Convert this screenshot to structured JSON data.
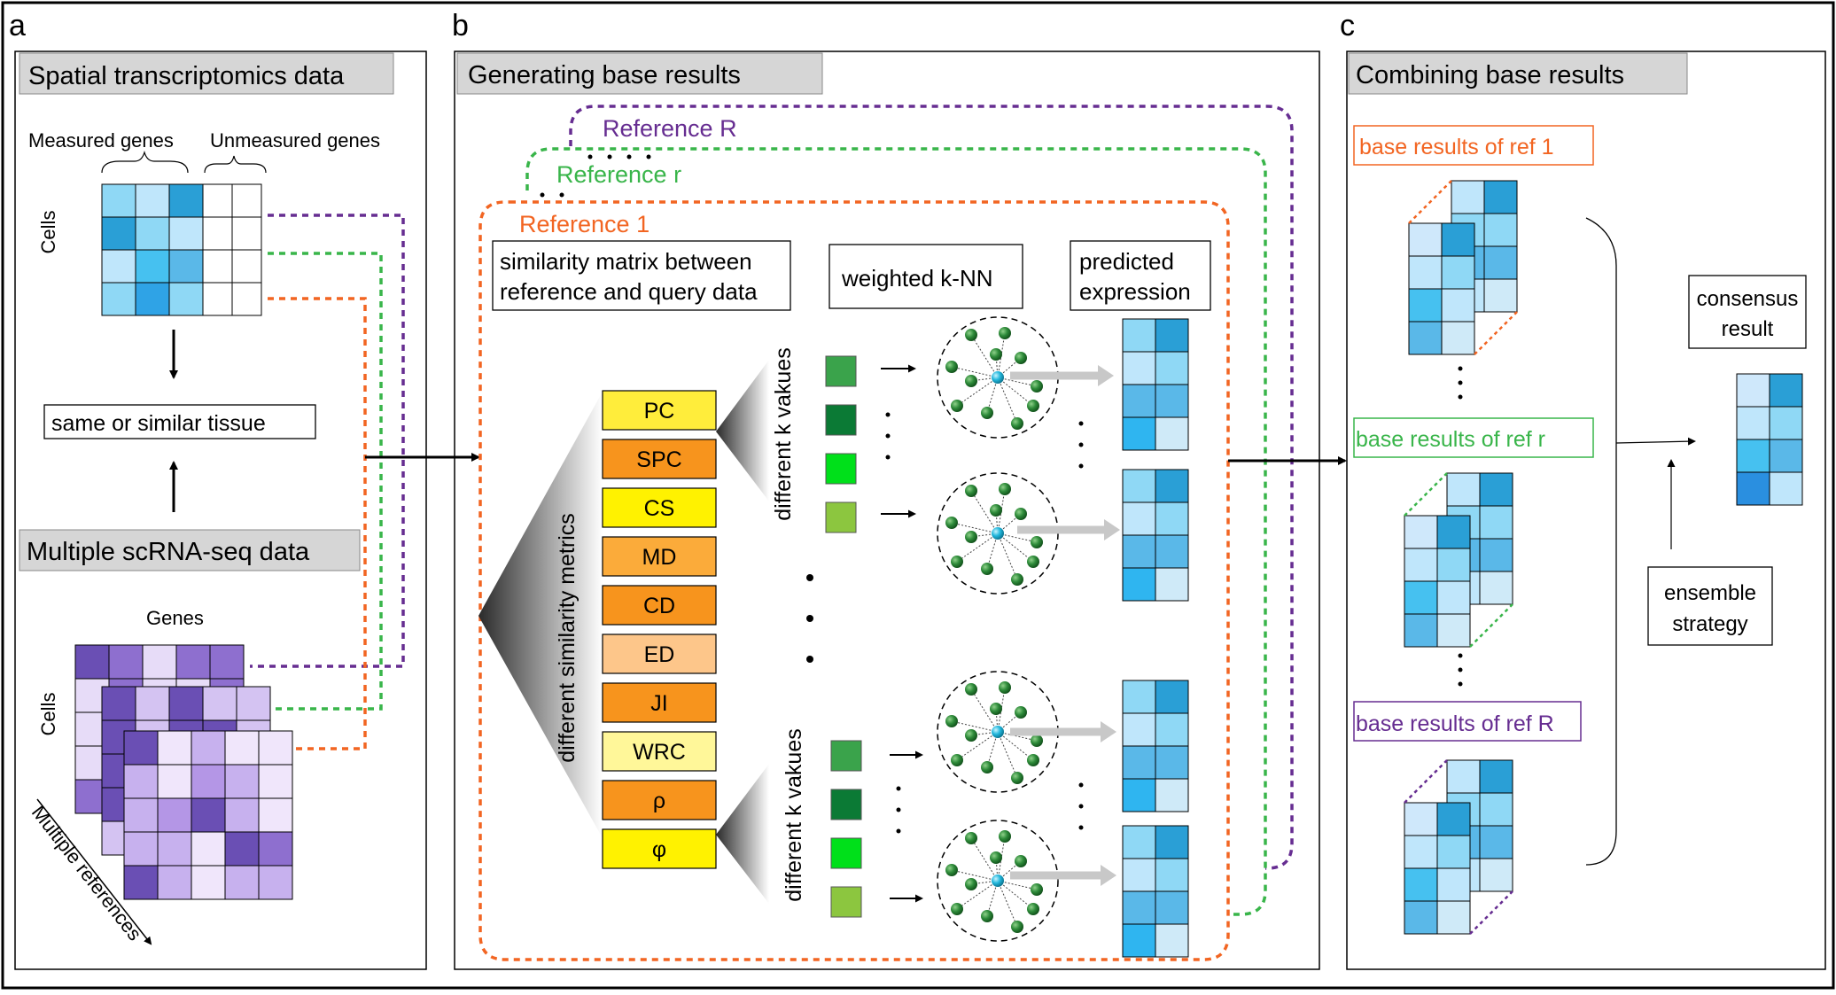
{
  "panels": {
    "a": {
      "letter": "a",
      "title": "Spatial transcriptomics data",
      "measured": "Measured genes",
      "unmeasured": "Unmeasured genes",
      "cells": "Cells",
      "tissue": "same or similar tissue",
      "sc_title": "Multiple scRNA-seq data",
      "genes": "Genes",
      "cells2": "Cells",
      "multi": "Multiple references"
    },
    "b": {
      "letter": "b",
      "title": "Generating base results",
      "refR": "Reference R",
      "refr": "Reference r",
      "ref1": "Reference 1",
      "sim1": "similarity matrix between",
      "sim2": "reference and query data",
      "knn": "weighted k-NN",
      "pred1": "predicted",
      "pred2": "expression",
      "metrics_label": "different similarity metrics",
      "kvals": "different k vakues",
      "metrics": [
        "PC",
        "SPC",
        "CS",
        "MD",
        "CD",
        "ED",
        "JI",
        "WRC",
        "ρ",
        "φ"
      ]
    },
    "c": {
      "letter": "c",
      "title": "Combining base results",
      "br1": "base results of ref 1",
      "brr": "base results of ref r",
      "brR": "base results of ref R",
      "cons1": "consensus",
      "cons2": "result",
      "ens1": "ensemble",
      "ens2": "strategy"
    }
  },
  "colors": {
    "ref1": "#f26522",
    "refr": "#39b54a",
    "refR": "#662d91",
    "c_br1": "#f26522",
    "c_brr": "#39b54a",
    "c_brR": "#662d91",
    "metric_fills": [
      "#ffed3b",
      "#f7941d",
      "#fff200",
      "#fbab3a",
      "#f7941d",
      "#fdc68a",
      "#f7941d",
      "#fff799",
      "#f7941d",
      "#fff200"
    ]
  }
}
